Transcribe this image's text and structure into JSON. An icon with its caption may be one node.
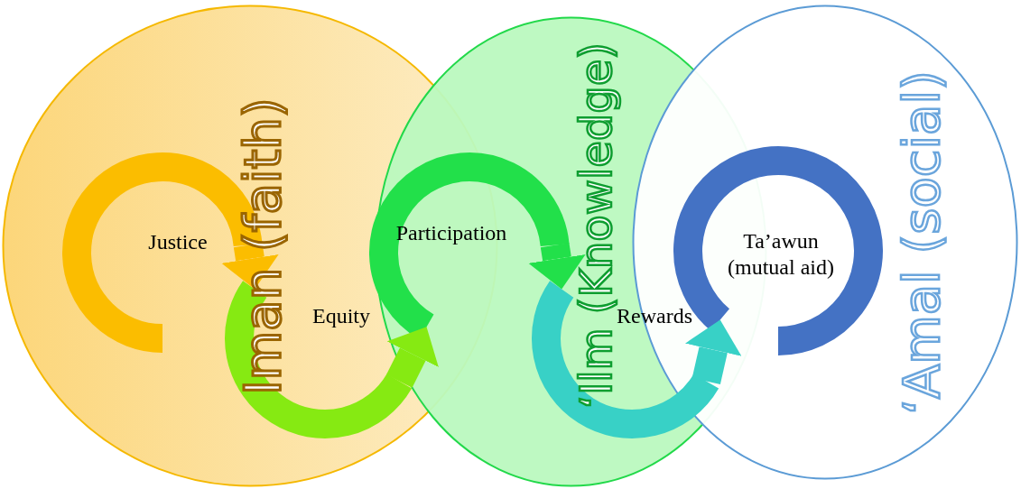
{
  "diagram": {
    "nodes": [
      {
        "text": [
          "Iman (faith)"
        ]
      },
      {
        "text": [
          "‘Ilm (Knowledge)"
        ]
      },
      {
        "text": [
          "‘Amal (social)"
        ]
      },
      {
        "text": [
          "Justice"
        ],
        "in": 0
      },
      {
        "text": [
          "Equity"
        ],
        "in": 0
      },
      {
        "text": [
          "Participation"
        ],
        "in": 1
      },
      {
        "text": [
          "Rewards"
        ],
        "in": 1
      },
      {
        "text": [
          "Ta’awun (mutual aid)"
        ],
        "in": 2
      }
    ],
    "edges": [
      {
        "from": 3,
        "to": 4,
        "arrow": "to",
        "color": "#fbbd00"
      },
      {
        "from": 4,
        "to": 5,
        "arrow": "to",
        "color": "#86ea12"
      },
      {
        "from": 5,
        "to": 6,
        "arrow": "to",
        "color": "#22e04a"
      },
      {
        "from": 6,
        "to": 7,
        "arrow": "to",
        "color": "#38d1c6"
      }
    ]
  }
}
